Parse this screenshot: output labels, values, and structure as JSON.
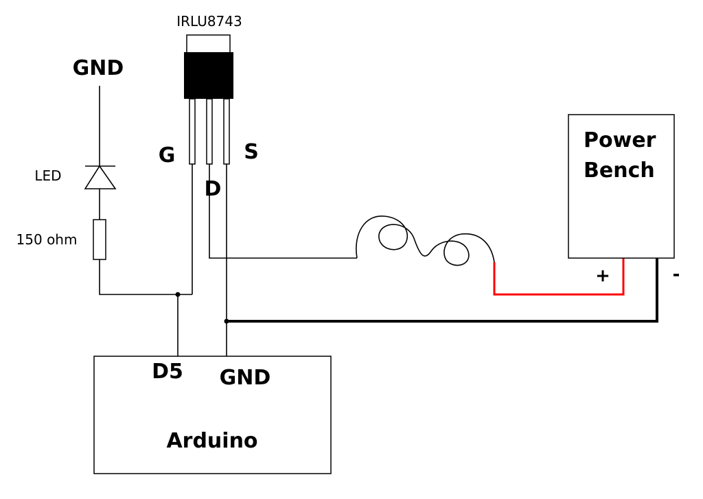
{
  "transistor": {
    "part": "IRLU8743",
    "gate": "G",
    "drain": "D",
    "source": "S"
  },
  "led": {
    "ground_label": "GND",
    "label": "LED"
  },
  "resistor": {
    "label": "150 ohm"
  },
  "power_bench": {
    "line1": "Power",
    "line2": "Bench",
    "plus": "+",
    "minus": "-"
  },
  "arduino": {
    "label": "Arduino",
    "pin_d5": "D5",
    "pin_gnd": "GND"
  },
  "colors": {
    "positive_wire": "#ff0000",
    "line": "#000000"
  }
}
